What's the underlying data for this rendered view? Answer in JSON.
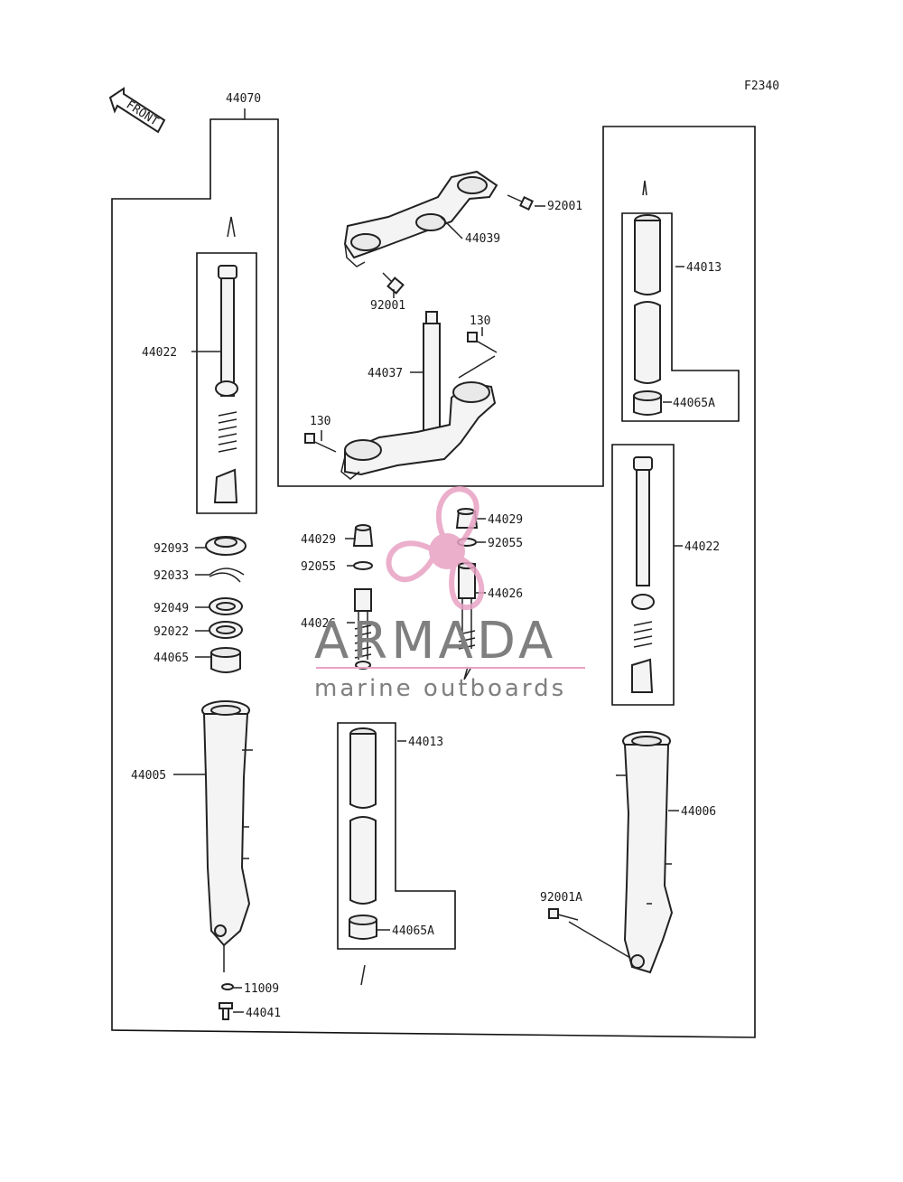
{
  "diagram_code": "F2340",
  "front_label": "FRONT",
  "watermark": {
    "brand": "ARMADA",
    "tagline": "marine outboards",
    "brand_color": "#7f7f7f",
    "accent_color": "#e8a2c4"
  },
  "parts": {
    "p44070": "44070",
    "p44039": "44039",
    "p92001_top": "92001",
    "p92001_mid": "92001",
    "p130_top": "130",
    "p44037": "44037",
    "p130_left": "130",
    "p44013_right": "44013",
    "p44065A_right": "44065A",
    "p44022_left": "44022",
    "p92093": "92093",
    "p92033": "92033",
    "p92049": "92049",
    "p92022": "92022",
    "p44065": "44065",
    "p44029_left": "44029",
    "p92055_left": "92055",
    "p44026_left": "44026",
    "p44029_right": "44029",
    "p92055_right": "92055",
    "p44026_right": "44026",
    "p44022_right": "44022",
    "p44005": "44005",
    "p44013_mid": "44013",
    "p44065A_mid": "44065A",
    "p44006": "44006",
    "p92001A": "92001A",
    "p11009": "11009",
    "p44041": "44041"
  }
}
